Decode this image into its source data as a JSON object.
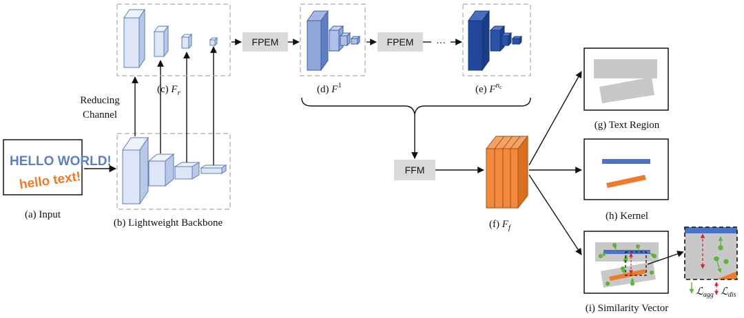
{
  "input": {
    "label": "(a) Input",
    "text_line1": "HELLO WORLD!",
    "text_line2": "hello text!"
  },
  "backbone": {
    "label": "(b) Lightweight Backbone"
  },
  "reduce": {
    "line1": "Reducing",
    "line2": "Channel"
  },
  "fr": {
    "prefix": "(c) ",
    "var": "F",
    "sub": "r"
  },
  "f1": {
    "prefix": "(d) ",
    "var": "F",
    "sup": "1"
  },
  "fnc": {
    "prefix": "(e) ",
    "var": "F",
    "sup": "n",
    "sub": "c"
  },
  "ff": {
    "prefix": "(f) ",
    "var": "F",
    "sub": "f"
  },
  "modules": {
    "fpem1": "FPEM",
    "fpem2": "FPEM",
    "ffm": "FFM",
    "dots": "···"
  },
  "outputs": {
    "text_region": "(g) Text Region",
    "kernel": "(h) Kernel",
    "similarity": "(i) Similarity Vector"
  },
  "loss": {
    "agg": {
      "symbol": "ℒ",
      "sub": "agg"
    },
    "dis": {
      "symbol": "ℒ",
      "sub": "dis"
    }
  },
  "colors": {
    "feature_light": "#dde6f6",
    "feature_mid": "#8ea6d8",
    "feature_dark": "#22479a",
    "fused": "#f08a3e",
    "kernel_blue": "#4a72c9",
    "kernel_orange": "#ee7a2a",
    "region_gray": "#c8c8c8",
    "module_gray": "#d9d9d9",
    "sim_green": "#5fb336",
    "sim_red": "#d9262a"
  }
}
